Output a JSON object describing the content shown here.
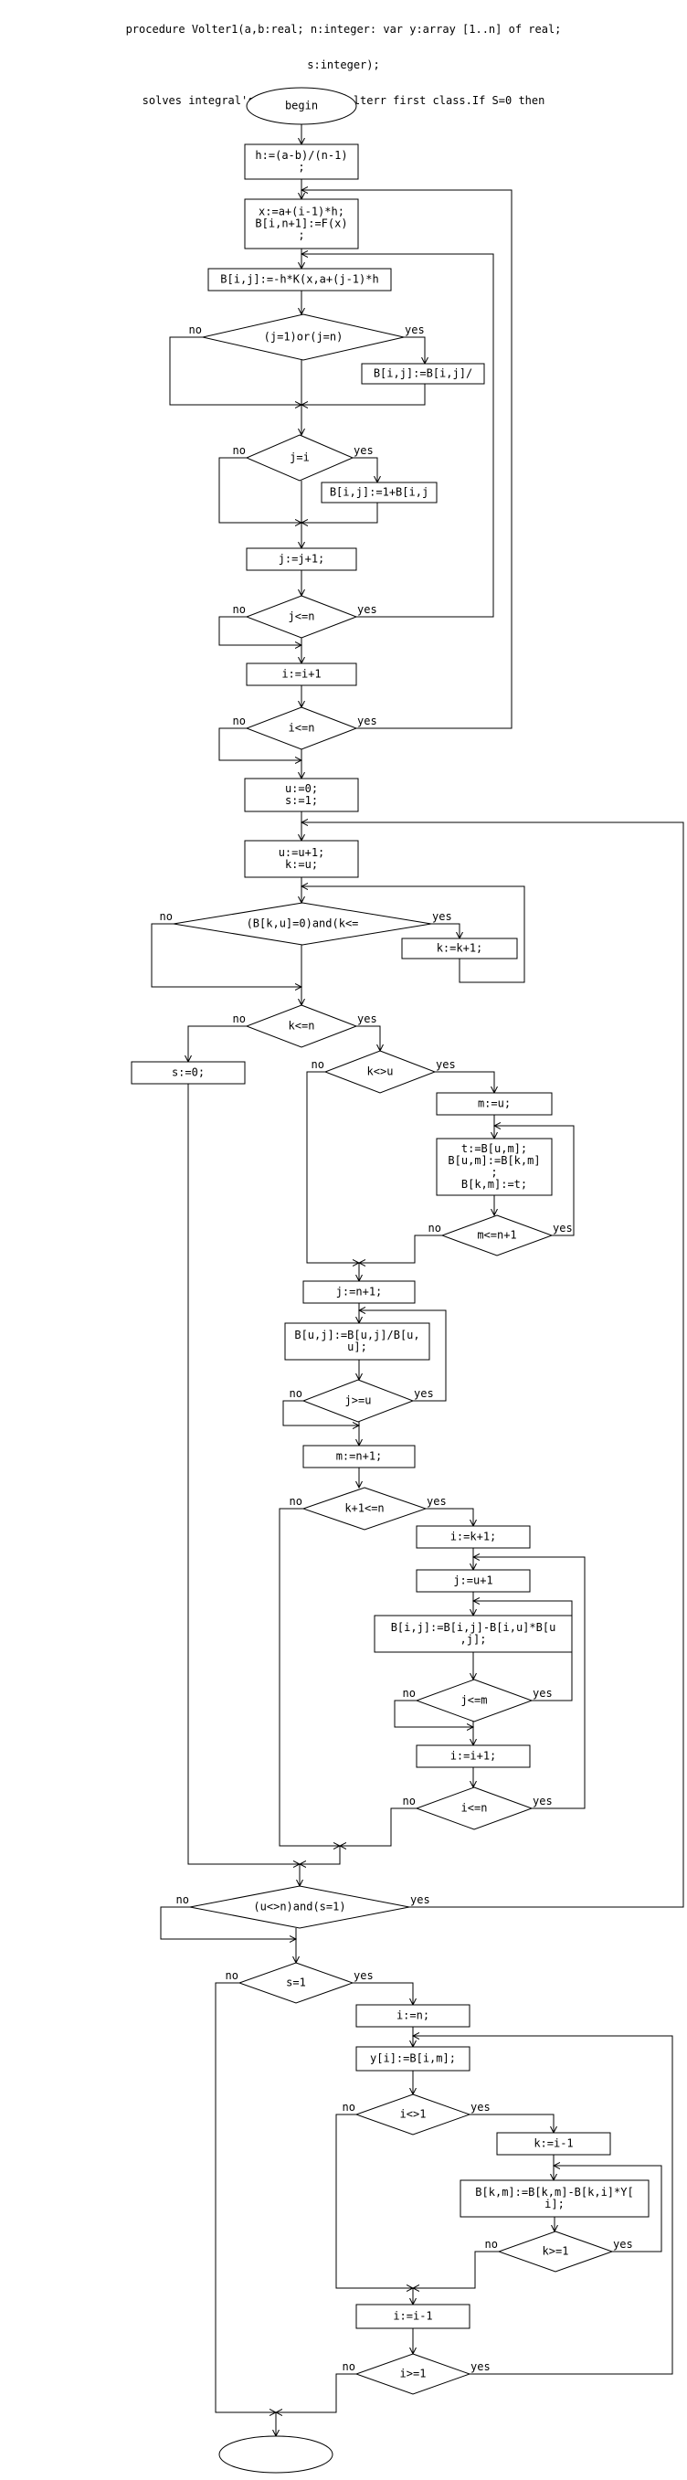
{
  "header": {
    "lines": [
      "procedure Volter1(a,b:real; n:integer: var y:array [1..n] of real;",
      "s:integer);",
      "solves integral's equation of Volterr first class.If S=0 then"
    ]
  },
  "nodes": [
    {
      "id": "begin",
      "shape": "oval",
      "lines": [
        "begin"
      ]
    },
    {
      "id": "h",
      "shape": "rect",
      "lines": [
        "h:=(a-b)/(n-1)",
        ";"
      ]
    },
    {
      "id": "x",
      "shape": "rect",
      "lines": [
        "x:=a+(i-1)*h;",
        "B[i,n+1]:=F(x)",
        ";"
      ]
    },
    {
      "id": "bij1",
      "shape": "rect",
      "lines": [
        "B[i,j]:=-h*K(x,a+(j-1)*h"
      ]
    },
    {
      "id": "d1",
      "shape": "diamond",
      "lines": [
        "(j=1)or(j=n)"
      ],
      "yes": "yes",
      "no": "no"
    },
    {
      "id": "bij2",
      "shape": "rect",
      "lines": [
        "B[i,j]:=B[i,j]/"
      ]
    },
    {
      "id": "d2",
      "shape": "diamond",
      "lines": [
        "j=i"
      ],
      "yes": "yes",
      "no": "no"
    },
    {
      "id": "bij3",
      "shape": "rect",
      "lines": [
        "B[i,j]:=1+B[i,j"
      ]
    },
    {
      "id": "jinc",
      "shape": "rect",
      "lines": [
        "j:=j+1;"
      ]
    },
    {
      "id": "d3",
      "shape": "diamond",
      "lines": [
        "j<=n"
      ],
      "yes": "yes",
      "no": "no"
    },
    {
      "id": "iinc",
      "shape": "rect",
      "lines": [
        "i:=i+1"
      ]
    },
    {
      "id": "d4",
      "shape": "diamond",
      "lines": [
        "i<=n"
      ],
      "yes": "yes",
      "no": "no"
    },
    {
      "id": "u0",
      "shape": "rect",
      "lines": [
        "u:=0;",
        "s:=1;"
      ]
    },
    {
      "id": "u1",
      "shape": "rect",
      "lines": [
        "u:=u+1;",
        "k:=u;"
      ]
    },
    {
      "id": "d5",
      "shape": "diamond",
      "lines": [
        "(B[k,u]=0)and(k<="
      ],
      "yes": "yes",
      "no": "no"
    },
    {
      "id": "kinc",
      "shape": "rect",
      "lines": [
        "k:=k+1;"
      ]
    },
    {
      "id": "d6",
      "shape": "diamond",
      "lines": [
        "k<=n"
      ],
      "yes": "yes",
      "no": "no"
    },
    {
      "id": "s0",
      "shape": "rect",
      "lines": [
        "s:=0;"
      ]
    },
    {
      "id": "d7",
      "shape": "diamond",
      "lines": [
        "k<>u"
      ],
      "yes": "yes",
      "no": "no"
    },
    {
      "id": "mu",
      "shape": "rect",
      "lines": [
        "m:=u;"
      ]
    },
    {
      "id": "swap",
      "shape": "rect",
      "lines": [
        "t:=B[u,m];",
        "B[u,m]:=B[k,m]",
        ";",
        "B[k,m]:=t;"
      ]
    },
    {
      "id": "d8",
      "shape": "diamond",
      "lines": [
        "m<=n+1"
      ],
      "yes": "yes",
      "no": "no"
    },
    {
      "id": "jn1",
      "shape": "rect",
      "lines": [
        "j:=n+1;"
      ]
    },
    {
      "id": "buj",
      "shape": "rect",
      "lines": [
        "B[u,j]:=B[u,j]/B[u,",
        "u];"
      ]
    },
    {
      "id": "d9",
      "shape": "diamond",
      "lines": [
        "j>=u"
      ],
      "yes": "yes",
      "no": "no"
    },
    {
      "id": "mn1",
      "shape": "rect",
      "lines": [
        "m:=n+1;"
      ]
    },
    {
      "id": "d10",
      "shape": "diamond",
      "lines": [
        "k+1<=n"
      ],
      "yes": "yes",
      "no": "no"
    },
    {
      "id": "ik1",
      "shape": "rect",
      "lines": [
        "i:=k+1;"
      ]
    },
    {
      "id": "ju1",
      "shape": "rect",
      "lines": [
        "j:=u+1"
      ]
    },
    {
      "id": "elim",
      "shape": "rect",
      "lines": [
        "B[i,j]:=B[i,j]-B[i,u]*B[u",
        ",j];"
      ]
    },
    {
      "id": "d11",
      "shape": "diamond",
      "lines": [
        "j<=m"
      ],
      "yes": "yes",
      "no": "no"
    },
    {
      "id": "ii1",
      "shape": "rect",
      "lines": [
        "i:=i+1;"
      ]
    },
    {
      "id": "d12",
      "shape": "diamond",
      "lines": [
        "i<=n"
      ],
      "yes": "yes",
      "no": "no"
    },
    {
      "id": "d13",
      "shape": "diamond",
      "lines": [
        "(u<>n)and(s=1)"
      ],
      "yes": "yes",
      "no": "no"
    },
    {
      "id": "d14",
      "shape": "diamond",
      "lines": [
        "s=1"
      ],
      "yes": "yes",
      "no": "no"
    },
    {
      "id": "in",
      "shape": "rect",
      "lines": [
        "i:=n;"
      ]
    },
    {
      "id": "yi",
      "shape": "rect",
      "lines": [
        "y[i]:=B[i,m];"
      ]
    },
    {
      "id": "d15",
      "shape": "diamond",
      "lines": [
        "i<>1"
      ],
      "yes": "yes",
      "no": "no"
    },
    {
      "id": "ki1",
      "shape": "rect",
      "lines": [
        "k:=i-1"
      ]
    },
    {
      "id": "bkm",
      "shape": "rect",
      "lines": [
        "B[k,m]:=B[k,m]-B[k,i]*Y[",
        "i];"
      ]
    },
    {
      "id": "d16",
      "shape": "diamond",
      "lines": [
        "k>=1"
      ],
      "yes": "yes",
      "no": "no"
    },
    {
      "id": "idec",
      "shape": "rect",
      "lines": [
        "i:=i-1"
      ]
    },
    {
      "id": "d17",
      "shape": "diamond",
      "lines": [
        "i>=1"
      ],
      "yes": "yes",
      "no": "no"
    }
  ]
}
